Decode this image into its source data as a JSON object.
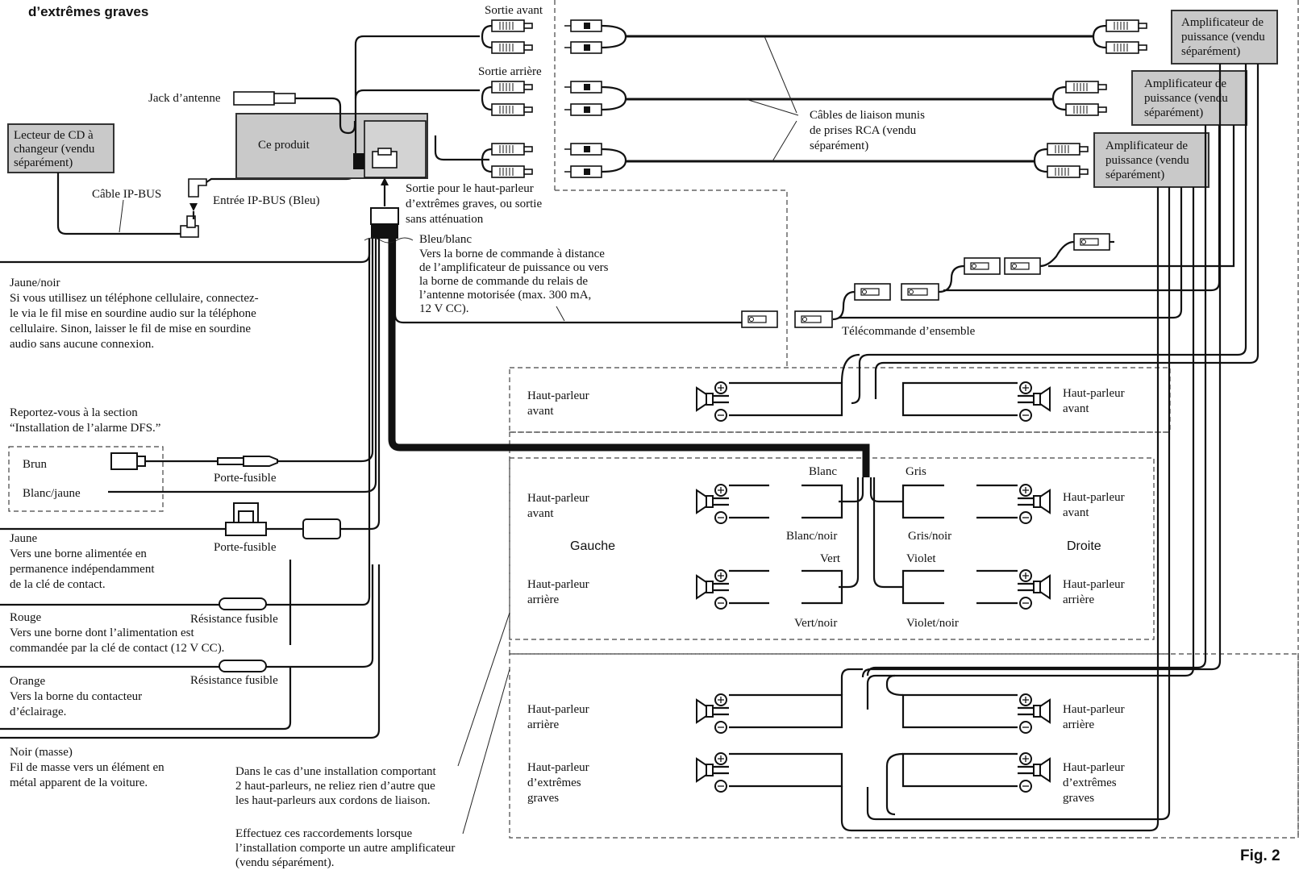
{
  "header": {
    "top_label": "d’extrêmes graves",
    "fig_label": "Fig. 2"
  },
  "cd_changer": {
    "line1": "Lecteur de CD à",
    "line2": "changeur (vendu",
    "line3": "séparément)"
  },
  "product": {
    "label": "Ce produit"
  },
  "antenna": {
    "label": "Jack d’antenne"
  },
  "ipbus": {
    "cable": "Câble IP-BUS",
    "input": "Entrée IP-BUS (Bleu)"
  },
  "outputs": {
    "front": "Sortie avant",
    "rear": "Sortie arrière",
    "sub_line1": "Sortie pour le haut-parleur",
    "sub_line2": "d’extrêmes graves, ou sortie",
    "sub_line3": "sans atténuation"
  },
  "rca_cables": {
    "line1": "Câbles de liaison munis",
    "line2": "de prises RCA (vendu",
    "line3": "séparément)"
  },
  "amplifiers": [
    {
      "line1": "Amplificateur de",
      "line2": "puissance (vendu",
      "line3": "séparément)"
    },
    {
      "line1": "Amplificateur de",
      "line2": "puissance (vendu",
      "line3": "séparément)"
    },
    {
      "line1": "Amplificateur de",
      "line2": "puissance (vendu",
      "line3": "séparément)"
    }
  ],
  "blue_white": {
    "title": "Bleu/blanc",
    "l1": "Vers la borne de commande à distance",
    "l2": "de l’amplificateur de puissance ou vers",
    "l3": "la borne de commande du relais de",
    "l4": "l’antenne motorisée (max. 300 mA,",
    "l5": "12 V CC)."
  },
  "system_remote": {
    "label": "Télécommande d’ensemble"
  },
  "yellow_black": {
    "title": "Jaune/noir",
    "l1": "Si vous utillisez un téléphone cellulaire, connectez-",
    "l2": "le via le fil mise en sourdine audio sur la téléphone",
    "l3": "cellulaire. Sinon, laisser le fil de mise en sourdine",
    "l4": "audio sans aucune connexion."
  },
  "dfs": {
    "l1": "Reportez-vous à la section",
    "l2": "“Installation de l’alarme DFS.”",
    "brown": "Brun",
    "white_yellow": "Blanc/jaune",
    "fuse_holder": "Porte-fusible"
  },
  "yellow": {
    "title": "Jaune",
    "l1": "Vers une borne alimentée en",
    "l2": "permanence indépendamment",
    "l3": "de la clé de contact.",
    "fuse_holder": "Porte-fusible"
  },
  "red": {
    "title": "Rouge",
    "l1": "Vers une borne dont l’alimentation est",
    "l2": "commandée par la clé de contact (12 V CC).",
    "fuse_res": "Résistance fusible"
  },
  "orange": {
    "title": "Orange",
    "l1": "Vers la borne du contacteur",
    "l2": "d’éclairage.",
    "fuse_res": "Résistance fusible"
  },
  "black": {
    "title": "Noir (masse)",
    "l1": "Fil de masse vers un élément en",
    "l2": "métal apparent de la voiture."
  },
  "note_two": {
    "l1": "Dans le cas d’une installation comportant",
    "l2": "2 haut-parleurs, ne reliez rien d’autre que",
    "l3": "les haut-parleurs aux cordons de liaison."
  },
  "note_amp": {
    "l1": "Effectuez ces raccordements lorsque",
    "l2": "l’installation comporte un autre amplificateur",
    "l3": "(vendu séparément)."
  },
  "speakers": {
    "hp": "Haut-parleur",
    "avant": "avant",
    "arriere": "arrière",
    "sub1": "d’extrêmes",
    "sub2": "graves",
    "left": "Gauche",
    "right": "Droite"
  },
  "wire_colors": {
    "white": "Blanc",
    "white_black": "Blanc/noir",
    "gray": "Gris",
    "gray_black": "Gris/noir",
    "green": "Vert",
    "green_black": "Vert/noir",
    "violet": "Violet",
    "violet_black": "Violet/noir"
  }
}
